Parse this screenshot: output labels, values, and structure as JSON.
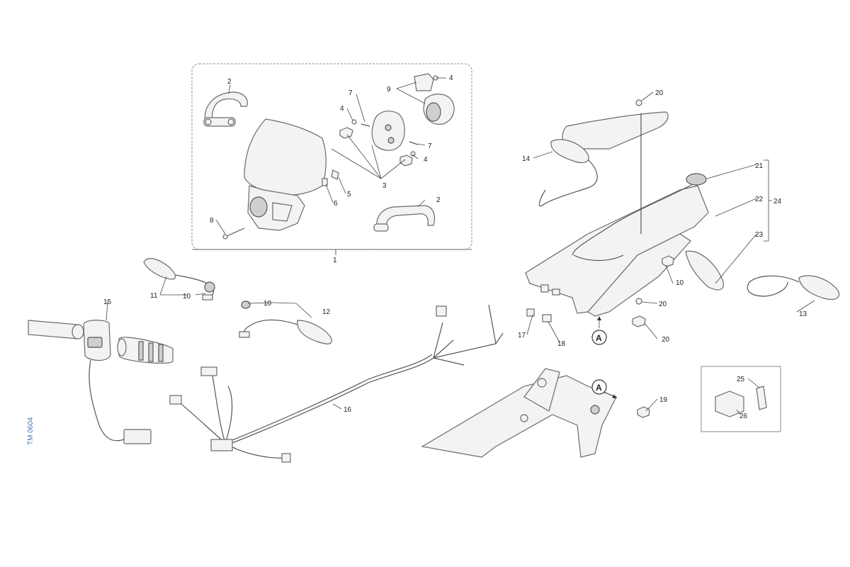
{
  "callouts": {
    "c1": "1",
    "c2a": "2",
    "c2b": "2",
    "c3": "3",
    "c4a": "4",
    "c4b": "4",
    "c4c": "4",
    "c5": "5",
    "c6": "6",
    "c7a": "7",
    "c7b": "7",
    "c8": "8",
    "c9": "9",
    "c10a": "10",
    "c10b": "10",
    "c10c": "10",
    "c11": "11",
    "c12": "12",
    "c13": "13",
    "c14": "14",
    "c15": "15",
    "c16": "16",
    "c17": "17",
    "c18": "18",
    "c19": "19",
    "c20a": "20",
    "c20b": "20",
    "c20c": "20",
    "c21": "21",
    "c22": "22",
    "c23": "23",
    "c24": "24",
    "c25": "25",
    "c26": "26"
  },
  "refs": {
    "a1": "A",
    "a2": "A"
  },
  "doc_code": "TM 0604"
}
